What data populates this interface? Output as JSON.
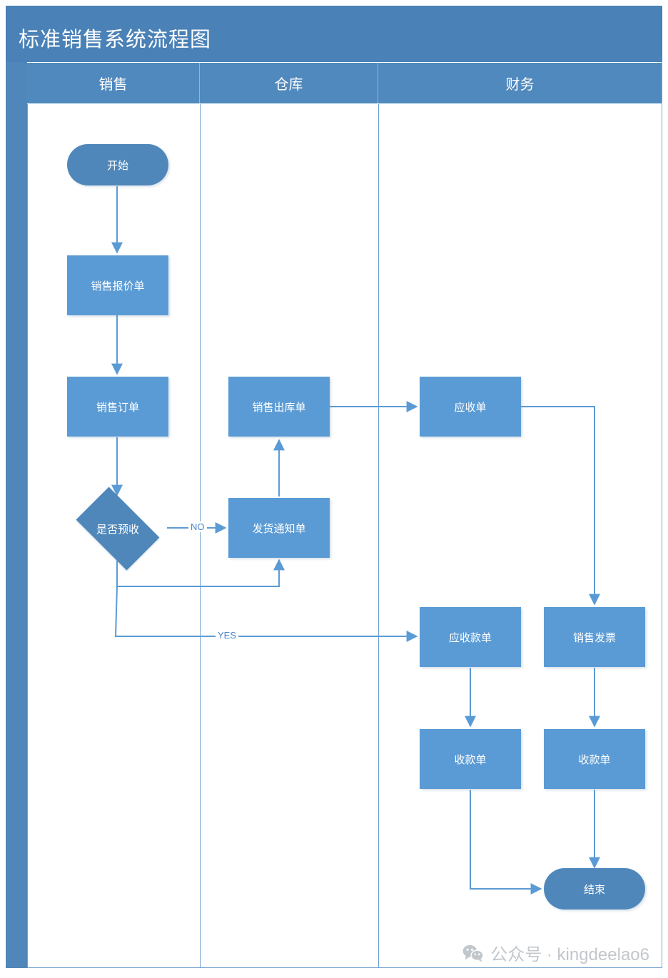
{
  "document": {
    "title": "标准销售系统流程图"
  },
  "colors": {
    "header_band": "#4a81b6",
    "lane_header": "#5089bd",
    "lane_strip": "#4f87ba",
    "node_fill": "#5b9bd5",
    "terminator_fill": "#4f87ba",
    "connector": "#5b9bd5",
    "frame_border": "#7aa6d0",
    "watermark_text": "#c2c7cc"
  },
  "lanes": [
    {
      "id": "sales",
      "label": "销售"
    },
    {
      "id": "warehouse",
      "label": "仓库"
    },
    {
      "id": "finance",
      "label": "财务"
    }
  ],
  "nodes": [
    {
      "id": "start",
      "label": "开始",
      "shape": "terminator",
      "lane": "sales"
    },
    {
      "id": "sales-quotation",
      "label": "销售报价单",
      "shape": "process",
      "lane": "sales"
    },
    {
      "id": "sales-order",
      "label": "销售订单",
      "shape": "process",
      "lane": "sales"
    },
    {
      "id": "prepay-decision",
      "label": "是否预收",
      "shape": "decision",
      "lane": "sales"
    },
    {
      "id": "delivery-notice",
      "label": "发货通知单",
      "shape": "process",
      "lane": "warehouse"
    },
    {
      "id": "sales-outbound",
      "label": "销售出库单",
      "shape": "process",
      "lane": "warehouse"
    },
    {
      "id": "receivable",
      "label": "应收单",
      "shape": "process",
      "lane": "finance"
    },
    {
      "id": "sales-invoice",
      "label": "销售发票",
      "shape": "process",
      "lane": "finance"
    },
    {
      "id": "receivable-bill",
      "label": "应收款单",
      "shape": "process",
      "lane": "finance"
    },
    {
      "id": "receipt-left",
      "label": "收款单",
      "shape": "process",
      "lane": "finance"
    },
    {
      "id": "receipt-right",
      "label": "收款单",
      "shape": "process",
      "lane": "finance"
    },
    {
      "id": "end",
      "label": "结束",
      "shape": "terminator",
      "lane": "finance"
    }
  ],
  "edges": [
    {
      "from": "start",
      "to": "sales-quotation",
      "label": ""
    },
    {
      "from": "sales-quotation",
      "to": "sales-order",
      "label": ""
    },
    {
      "from": "sales-order",
      "to": "prepay-decision",
      "label": ""
    },
    {
      "from": "prepay-decision",
      "to": "delivery-notice",
      "label": "NO"
    },
    {
      "from": "prepay-decision",
      "to": "receivable-bill",
      "label": "YES"
    },
    {
      "from": "prepay-decision",
      "to": "delivery-notice",
      "label": ""
    },
    {
      "from": "delivery-notice",
      "to": "sales-outbound",
      "label": ""
    },
    {
      "from": "sales-outbound",
      "to": "receivable",
      "label": ""
    },
    {
      "from": "receivable",
      "to": "sales-invoice",
      "label": ""
    },
    {
      "from": "receivable-bill",
      "to": "receipt-left",
      "label": ""
    },
    {
      "from": "sales-invoice",
      "to": "receipt-right",
      "label": ""
    },
    {
      "from": "receipt-left",
      "to": "end",
      "label": ""
    },
    {
      "from": "receipt-right",
      "to": "end",
      "label": ""
    }
  ],
  "edge_labels": {
    "no": "NO",
    "yes": "YES"
  },
  "watermark": {
    "icon": "wechat-icon",
    "text": "公众号 · kingdeelao6"
  }
}
